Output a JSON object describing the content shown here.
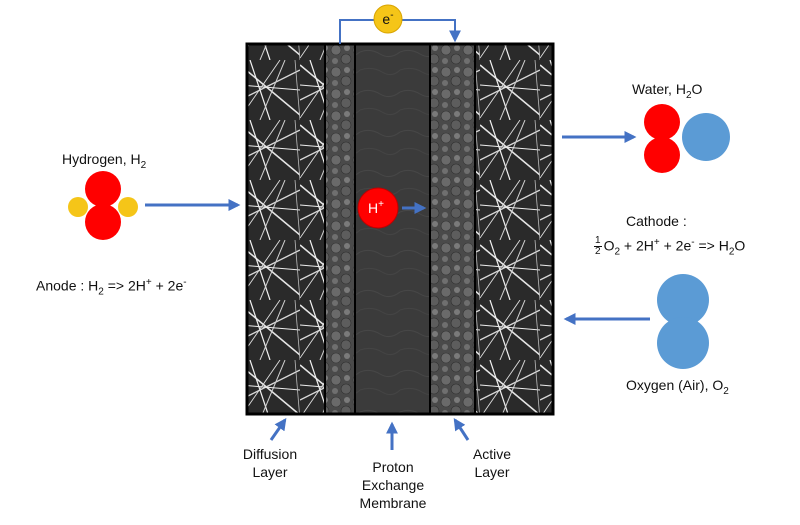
{
  "electron_label": "e",
  "electron_charge": "-",
  "proton_label": "H",
  "proton_charge": "+",
  "hydrogen": {
    "text": "Hydrogen, H",
    "sub": "2"
  },
  "water": {
    "text": "Water, H",
    "sub": "2",
    "tail": "O"
  },
  "oxygen": {
    "text": "Oxygen (Air), O",
    "sub": "2"
  },
  "anode": {
    "prefix": "Anode : H",
    "sub": "2",
    "mid": " => 2H",
    "sup1": "+",
    "mid2": " + 2e",
    "sup2": "-"
  },
  "cathode": {
    "title": "Cathode :",
    "frac_num": "1",
    "frac_den": "2",
    "o": "O",
    "o_sub": "2",
    "mid": " + 2H",
    "sup1": "+",
    "mid2": " + 2e",
    "sup2": "-",
    "tail": " => H",
    "tail_sub": "2",
    "tail_end": "O"
  },
  "labels": {
    "diffusion": [
      "Diffusion",
      "Layer"
    ],
    "membrane": [
      "Proton",
      "Exchange",
      "Membrane"
    ],
    "active": [
      "Active",
      "Layer"
    ]
  },
  "colors": {
    "hydrogen_atom": "#ff0000",
    "hydrogen_side": "#f5c518",
    "oxygen_atom": "#5b9bd5",
    "arrow": "#4472c4",
    "electron": "#f5c518",
    "membrane": "#3a3a3a",
    "diffusion": "#2b2b2b",
    "active": "#555555"
  }
}
